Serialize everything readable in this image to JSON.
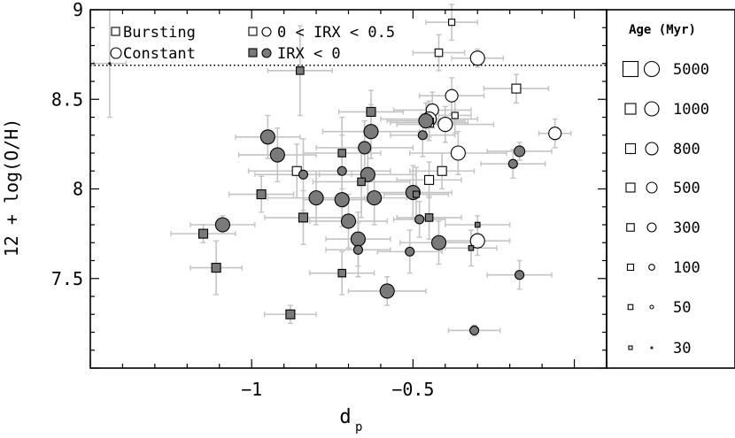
{
  "chart_data": {
    "type": "scatter",
    "xlabel": "d",
    "xlabel_sub": "p",
    "ylabel": "12 + log(O/H)",
    "xlim": [
      -1.5,
      0.1
    ],
    "ylim": [
      7.0,
      9.0
    ],
    "x_ticks": [
      -1,
      -0.5
    ],
    "x_tick_labels": [
      "−1",
      "−0.5"
    ],
    "y_ticks": [
      7.5,
      8,
      8.5,
      9
    ],
    "y_tick_labels": [
      "7.5",
      "8",
      "8.5",
      "9"
    ],
    "reference_line": {
      "y": 8.69,
      "style": "dotted"
    },
    "grid": false,
    "legend_placement": "top-left",
    "legend": {
      "bursting": "Bursting",
      "constant": "Constant",
      "open_label": "0 < IRX < 0.5",
      "filled_label": "IRX < 0"
    },
    "size_key": {
      "title": "Age (Myr)",
      "ages": [
        "5000",
        "1000",
        "800",
        "500",
        "300",
        "100",
        "50",
        "30"
      ]
    },
    "colors": {
      "filled": "#7a7a7a",
      "open": "#ffffff",
      "errorbar": "#c4c4c4"
    },
    "points": [
      {
        "x": -1.44,
        "y": 8.7,
        "shape": "circle",
        "filled": true,
        "age": 30,
        "xerr": 0.05,
        "yerr": 0.3
      },
      {
        "x": -0.38,
        "y": 8.93,
        "shape": "square",
        "filled": false,
        "age": 100,
        "xerr": 0.08,
        "yerr": 0.1
      },
      {
        "x": -0.3,
        "y": 8.73,
        "shape": "circle",
        "filled": false,
        "age": 1000,
        "xerr": 0.08,
        "yerr": 0.05
      },
      {
        "x": -0.42,
        "y": 8.76,
        "shape": "square",
        "filled": false,
        "age": 300,
        "xerr": 0.08,
        "yerr": 0.1
      },
      {
        "x": -0.85,
        "y": 8.66,
        "shape": "square",
        "filled": true,
        "age": 300,
        "xerr": 0.1,
        "yerr": 0.25
      },
      {
        "x": -0.18,
        "y": 8.56,
        "shape": "square",
        "filled": false,
        "age": 500,
        "xerr": 0.1,
        "yerr": 0.08
      },
      {
        "x": -0.38,
        "y": 8.52,
        "shape": "circle",
        "filled": false,
        "age": 800,
        "xerr": 0.1,
        "yerr": 0.1
      },
      {
        "x": -0.44,
        "y": 8.44,
        "shape": "circle",
        "filled": false,
        "age": 800,
        "xerr": 0.12,
        "yerr": 0.1
      },
      {
        "x": -0.06,
        "y": 8.31,
        "shape": "circle",
        "filled": false,
        "age": 800,
        "xerr": 0.05,
        "yerr": 0.08
      },
      {
        "x": -0.37,
        "y": 8.41,
        "shape": "square",
        "filled": false,
        "age": 100,
        "xerr": 0.05,
        "yerr": 0.1
      },
      {
        "x": -0.45,
        "y": 8.39,
        "shape": "circle",
        "filled": false,
        "age": 1000,
        "xerr": 0.15,
        "yerr": 0.1
      },
      {
        "x": -0.45,
        "y": 8.37,
        "shape": "square",
        "filled": false,
        "age": 500,
        "xerr": 0.12,
        "yerr": 0.1
      },
      {
        "x": -0.4,
        "y": 8.36,
        "shape": "circle",
        "filled": false,
        "age": 1000,
        "xerr": 0.15,
        "yerr": 0.1
      },
      {
        "x": -0.36,
        "y": 8.2,
        "shape": "circle",
        "filled": false,
        "age": 1000,
        "xerr": 0.15,
        "yerr": 0.12
      },
      {
        "x": -0.3,
        "y": 7.71,
        "shape": "circle",
        "filled": false,
        "age": 1000,
        "xerr": 0.1,
        "yerr": 0.08
      },
      {
        "x": -0.45,
        "y": 8.05,
        "shape": "square",
        "filled": false,
        "age": 500,
        "xerr": 0.1,
        "yerr": 0.1
      },
      {
        "x": -0.41,
        "y": 8.1,
        "shape": "square",
        "filled": false,
        "age": 500,
        "xerr": 0.1,
        "yerr": 0.1
      },
      {
        "x": -0.86,
        "y": 8.1,
        "shape": "square",
        "filled": false,
        "age": 500,
        "xerr": 0.15,
        "yerr": 0.15
      },
      {
        "x": -0.63,
        "y": 8.43,
        "shape": "square",
        "filled": true,
        "age": 500,
        "xerr": 0.1,
        "yerr": 0.12
      },
      {
        "x": -0.46,
        "y": 8.38,
        "shape": "circle",
        "filled": true,
        "age": 1000,
        "xerr": 0.12,
        "yerr": 0.1
      },
      {
        "x": -0.47,
        "y": 8.3,
        "shape": "circle",
        "filled": true,
        "age": 300,
        "xerr": 0.1,
        "yerr": 0.12
      },
      {
        "x": -0.63,
        "y": 8.32,
        "shape": "circle",
        "filled": true,
        "age": 1000,
        "xerr": 0.15,
        "yerr": 0.15
      },
      {
        "x": -0.95,
        "y": 8.29,
        "shape": "circle",
        "filled": true,
        "age": 1000,
        "xerr": 0.1,
        "yerr": 0.12
      },
      {
        "x": -0.92,
        "y": 8.19,
        "shape": "circle",
        "filled": true,
        "age": 1000,
        "xerr": 0.12,
        "yerr": 0.15
      },
      {
        "x": -0.65,
        "y": 8.23,
        "shape": "circle",
        "filled": true,
        "age": 800,
        "xerr": 0.15,
        "yerr": 0.15
      },
      {
        "x": -0.72,
        "y": 8.2,
        "shape": "square",
        "filled": true,
        "age": 300,
        "xerr": 0.12,
        "yerr": 0.2
      },
      {
        "x": -0.72,
        "y": 8.1,
        "shape": "circle",
        "filled": true,
        "age": 300,
        "xerr": 0.15,
        "yerr": 0.2
      },
      {
        "x": -0.84,
        "y": 8.08,
        "shape": "circle",
        "filled": true,
        "age": 300,
        "xerr": 0.15,
        "yerr": 0.2
      },
      {
        "x": -0.64,
        "y": 8.08,
        "shape": "circle",
        "filled": true,
        "age": 1000,
        "xerr": 0.15,
        "yerr": 0.15
      },
      {
        "x": -0.66,
        "y": 8.04,
        "shape": "square",
        "filled": true,
        "age": 300,
        "xerr": 0.15,
        "yerr": 0.2
      },
      {
        "x": -0.5,
        "y": 7.98,
        "shape": "circle",
        "filled": true,
        "age": 1000,
        "xerr": 0.12,
        "yerr": 0.15
      },
      {
        "x": -0.49,
        "y": 7.97,
        "shape": "square",
        "filled": true,
        "age": 100,
        "xerr": 0.1,
        "yerr": 0.15
      },
      {
        "x": -0.97,
        "y": 7.97,
        "shape": "square",
        "filled": true,
        "age": 500,
        "xerr": 0.1,
        "yerr": 0.1
      },
      {
        "x": -0.8,
        "y": 7.95,
        "shape": "circle",
        "filled": true,
        "age": 1000,
        "xerr": 0.15,
        "yerr": 0.15
      },
      {
        "x": -0.72,
        "y": 7.94,
        "shape": "circle",
        "filled": true,
        "age": 1000,
        "xerr": 0.12,
        "yerr": 0.15
      },
      {
        "x": -0.62,
        "y": 7.95,
        "shape": "circle",
        "filled": true,
        "age": 1000,
        "xerr": 0.1,
        "yerr": 0.15
      },
      {
        "x": -0.84,
        "y": 7.84,
        "shape": "square",
        "filled": true,
        "age": 500,
        "xerr": 0.12,
        "yerr": 0.15
      },
      {
        "x": -0.7,
        "y": 7.82,
        "shape": "circle",
        "filled": true,
        "age": 1000,
        "xerr": 0.12,
        "yerr": 0.15
      },
      {
        "x": -0.45,
        "y": 7.84,
        "shape": "square",
        "filled": true,
        "age": 300,
        "xerr": 0.1,
        "yerr": 0.12
      },
      {
        "x": -0.48,
        "y": 7.83,
        "shape": "circle",
        "filled": true,
        "age": 300,
        "xerr": 0.08,
        "yerr": 0.1
      },
      {
        "x": -1.09,
        "y": 7.8,
        "shape": "circle",
        "filled": true,
        "age": 1000,
        "xerr": 0.1,
        "yerr": 0.05
      },
      {
        "x": -0.67,
        "y": 7.72,
        "shape": "circle",
        "filled": true,
        "age": 1000,
        "xerr": 0.1,
        "yerr": 0.15
      },
      {
        "x": -0.67,
        "y": 7.66,
        "shape": "circle",
        "filled": true,
        "age": 300,
        "xerr": 0.1,
        "yerr": 0.15
      },
      {
        "x": -0.42,
        "y": 7.7,
        "shape": "circle",
        "filled": true,
        "age": 1000,
        "xerr": 0.12,
        "yerr": 0.12
      },
      {
        "x": -0.51,
        "y": 7.65,
        "shape": "circle",
        "filled": true,
        "age": 300,
        "xerr": 0.1,
        "yerr": 0.12
      },
      {
        "x": -0.32,
        "y": 7.67,
        "shape": "square",
        "filled": true,
        "age": 50,
        "xerr": 0.08,
        "yerr": 0.1
      },
      {
        "x": -0.3,
        "y": 7.8,
        "shape": "square",
        "filled": true,
        "age": 50,
        "xerr": 0.1,
        "yerr": 0.05
      },
      {
        "x": -1.15,
        "y": 7.75,
        "shape": "square",
        "filled": true,
        "age": 500,
        "xerr": 0.1,
        "yerr": 0.05
      },
      {
        "x": -1.11,
        "y": 7.56,
        "shape": "square",
        "filled": true,
        "age": 500,
        "xerr": 0.08,
        "yerr": 0.15
      },
      {
        "x": -0.72,
        "y": 7.53,
        "shape": "square",
        "filled": true,
        "age": 300,
        "xerr": 0.1,
        "yerr": 0.12
      },
      {
        "x": -0.17,
        "y": 7.52,
        "shape": "circle",
        "filled": true,
        "age": 300,
        "xerr": 0.1,
        "yerr": 0.08
      },
      {
        "x": -0.58,
        "y": 7.43,
        "shape": "circle",
        "filled": true,
        "age": 1000,
        "xerr": 0.12,
        "yerr": 0.08
      },
      {
        "x": -0.88,
        "y": 7.3,
        "shape": "square",
        "filled": true,
        "age": 500,
        "xerr": 0.08,
        "yerr": 0.05
      },
      {
        "x": -0.31,
        "y": 7.21,
        "shape": "circle",
        "filled": true,
        "age": 300,
        "xerr": 0.08,
        "yerr": 0.03
      },
      {
        "x": -0.19,
        "y": 8.14,
        "shape": "circle",
        "filled": true,
        "age": 300,
        "xerr": 0.1,
        "yerr": 0.08
      },
      {
        "x": -0.17,
        "y": 8.21,
        "shape": "circle",
        "filled": true,
        "age": 500,
        "xerr": 0.1,
        "yerr": 0.05
      }
    ]
  }
}
